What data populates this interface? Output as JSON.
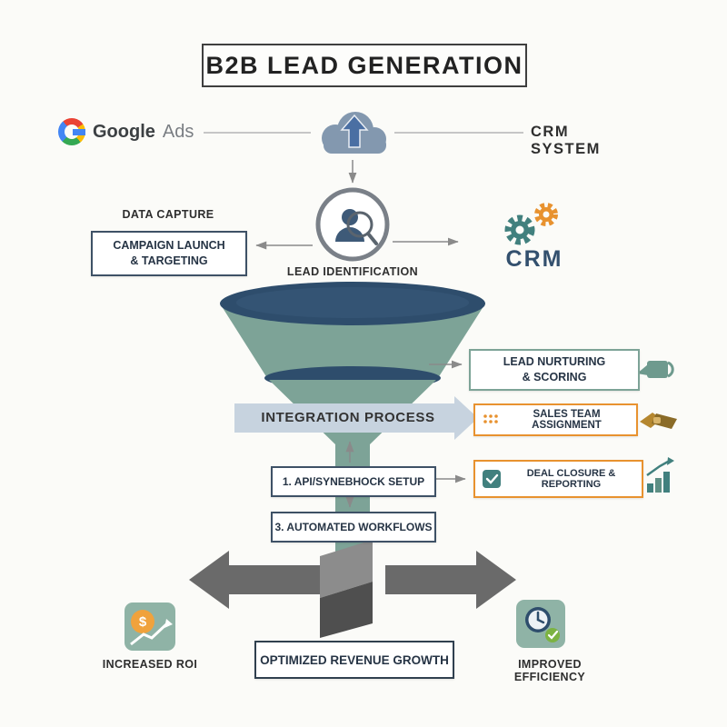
{
  "title": "B2B LEAD GENERATION",
  "header": {
    "google": "Google",
    "ads": "Ads",
    "crm_system": "CRM SYSTEM"
  },
  "labels": {
    "data_capture": "DATA CAPTURE",
    "lead_identification": "LEAD IDENTIFICATION",
    "crm": "CRM",
    "integration_process": "INTEGRATION PROCESS",
    "increased_roi": "INCREASED ROI",
    "improved_efficiency": "IMPROVED EFFICIENCY"
  },
  "boxes": {
    "campaign": {
      "line1": "CAMPAIGN LAUNCH",
      "line2": "& TARGETING"
    },
    "lead_nurturing": {
      "line1": "LEAD NURTURING",
      "line2": "& SCORING"
    },
    "sales_team": "SALES TEAM ASSIGNMENT",
    "api_setup": "1. API/SYNEBHOCK SETUP",
    "deal_closure": "DEAL CLOSURE & REPORTING",
    "automated_workflows": "3. AUTOMATED WORKFLOWS",
    "optimized_revenue": "OPTIMIZED REVENUE GROWTH"
  },
  "icons": {
    "google_g": "multicolor-G-ring",
    "cloud_upload": "cloud-with-up-arrow",
    "lead_search": "person-with-magnifier-in-circle",
    "crm_gears": "two-gears-teal-orange",
    "watering_can": "watering-can",
    "handshake": "handshake",
    "team_grid": "orange-dot-grid",
    "deal_check": "teal-square-checkmark",
    "bar_chart": "rising-bars-with-arrow",
    "roi": "dollar-circle-with-trend-arrow",
    "efficiency_clock": "clock-with-green-check",
    "dollar_glyph": "$"
  },
  "colors": {
    "background": "#FBFBF8",
    "funnel_teal": "#7DA397",
    "teal_dark": "#41807E",
    "navy": "#2E4D6C",
    "orange": "#E8922F",
    "arrow_gray": "#6A6A6A",
    "band_blue": "#C7D3DF",
    "green": "#7CB342",
    "gold": "#B5872F"
  }
}
